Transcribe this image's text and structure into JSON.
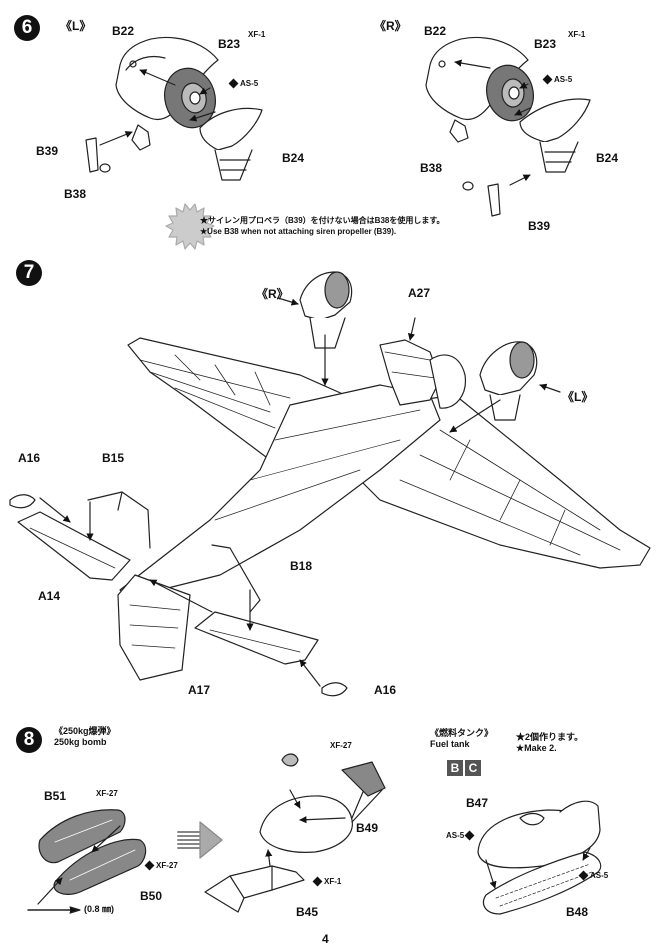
{
  "steps": {
    "s6": {
      "number": "6",
      "side_left": "《L》",
      "side_right": "《R》",
      "note_jp": "★サイレン用プロペラ（B39）を付けない場合はB38を使用します。",
      "note_en": "★Use B38 when not attaching siren propeller (B39)."
    },
    "s7": {
      "number": "7",
      "side_r": "《R》",
      "side_l": "《L》"
    },
    "s8": {
      "number": "8",
      "title_jp": "《250kg爆弾》",
      "title_en": "250kg bomb",
      "fuel_jp": "《燃料タンク》",
      "fuel_en": "Fuel tank",
      "make_jp": "★2個作ります。",
      "make_en": "★Make 2.",
      "drill": "(0.8 ㎜)",
      "sprue_b": "B",
      "sprue_c": "C"
    }
  },
  "parts": {
    "B22": "B22",
    "B23": "B23",
    "B24": "B24",
    "B38": "B38",
    "B39": "B39",
    "A27": "A27",
    "A16": "A16",
    "B15": "B15",
    "A14": "A14",
    "B18": "B18",
    "A17": "A17",
    "B51": "B51",
    "B50": "B50",
    "B49": "B49",
    "B45": "B45",
    "B47": "B47",
    "B48": "B48"
  },
  "paints": {
    "xf1": "XF-1",
    "as5": "AS-5",
    "xf27": "XF-27"
  },
  "page": {
    "number": "4"
  }
}
